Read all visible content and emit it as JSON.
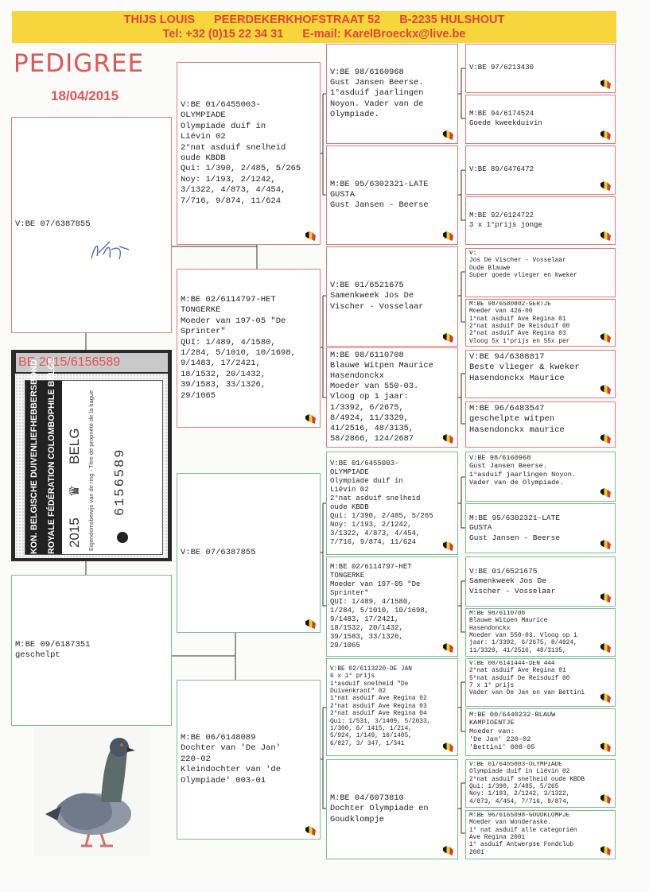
{
  "header": {
    "name": "THIJS LOUIS",
    "street": "PEERDEKERKHOFSTRAAT 52",
    "city": "B-2235  HULSHOUT",
    "phone": "Tel: +32 (0)15 22 34 31",
    "email": "E-mail: KarelBroeckx@live.be"
  },
  "title": "PEDIGREE",
  "date": "18/04/2015",
  "band": {
    "ring_number": "BE 2015/6156589",
    "org_nl": "KON. BELGISCHE DUIVENLIEFHEBBERSBOND",
    "org_fr": "ROYALE FÉDÉRATION COLOMBOPHILE BELGE",
    "year": "2015",
    "country": "BELG",
    "ownership": "Eigendomsbewijs van de ring - Titre de propriété de la bague",
    "number": "6156589"
  },
  "gen1": {
    "sire": "V:BE 07/6387855",
    "dam": "M:BE 09/6187351\ngeschelpt"
  },
  "gen2": [
    "V:BE 01/6455003-\nOLYMPIADE\nOlympiade duif in\nLiévin 02\n2°nat asduif snelheid\noude KBDB\nQui: 1/390, 2/485, 5/265\nNoy: 1/193, 2/1242,\n3/1322, 4/873, 4/454,\n7/716, 9/874, 11/624",
    "M:BE 02/6114797-HET\nTONGERKE\nMoeder van 197-05 \"De\nSprinter\"\nQUI: 1/489, 4/1580,\n1/284, 5/1010, 10/1698,\n9/1483, 17/2421,\n18/1532, 20/1432,\n39/1583, 33/1326,\n29/1065",
    "V:BE 07/6387855",
    "M:BE 06/6148089\nDochter van 'De Jan'\n220-02\nKleindochter van 'de\nOlympiade' 003-01"
  ],
  "gen3": [
    "V:BE 98/6160968\nGust Jansen Beerse.\n1°asduif jaarlingen\nNoyon. Vader van de\nOlympiade.",
    "M:BE 95/6302321-LATE\nGUSTA\nGust Jansen - Beerse",
    "V:BE 01/6521675\nSamenkweek Jos De\nVischer - Vosselaar",
    "M:BE 98/6110708\nBlauwe Witpen Maurice\nHasendonckx\nMoeder van 550-03.\nVloog op 1 jaar:\n1/3392, 6/2675,\n8/4924, 11/3329,\n41/2516, 48/3135,\n58/2866, 124/2687",
    "V:BE 01/6455003-\nOLYMPIADE\nOlympiade duif in\nLiévin 02\n2°nat asduif snelheid\noude KBDB\nQui: 1/390, 2/485, 5/265\nNoy: 1/193, 2/1242,\n3/1322, 4/873, 4/454,\n7/716, 9/874, 11/624",
    "M:BE 02/6114797-HET\nTONGERKE\nMoeder van 197-05 \"De\nSprinter\"\nQUI: 1/489, 4/1580,\n1/284, 5/1010, 10/1698,\n9/1483, 17/2421,\n18/1532, 20/1432,\n39/1583, 33/1326,\n29/1065",
    "V:BE 02/6113220-DE JAN\n6 x 1° prijs\n1°asduif snelheid \"De\nDuivenkrant\" 02\n1°nat asduif Ave Regina 02\n2°nat asduif Ave Regina 03\n2°nat asduif Ave Regina 04\nQui: 1/531, 3/1409, 5/2033,\n1/300, 6/ 1415, 1/214,\n5/924, 1/149, 10/1405,\n6/827, 3/ 347, 1/341",
    "M:BE 04/6073810\nDochter Olympiade en\nGoudklompje"
  ],
  "gen4": [
    "V:BE 97/6213430",
    "M:BE 94/6174524\nGoede kweekduivin",
    "V:BE 89/6476472",
    "M:BE 92/6124722\n3 x 1°prijs jonge",
    "V:\nJos De Vischer - Vosselaar\nOude Blauwe\nSuper goede vlieger en kweker",
    "M:BE 98/6580802-GERTJE\nMoeder van 426-00\n1°nat asduif Ave Regina 01\n2°nat asduif De Reisduif 00\n2°nat asduif Ave Regina 03\nVloog 5x 1°prijs en 55x per",
    "V:BE 94/6388817\nBeste vlieger & kweker\nHasendonckx Maurice",
    "M:BE 96/6483547\ngeschelpte witpen\nHasendonckx maurice",
    "V:BE 98/6160968\nGust Jansen Beerse.\n1°asduif jaarlingen Noyon.\nVader van de Olympiade.",
    "M:BE 95/6302321-LATE\nGUSTA\nGust Jansen - Beerse",
    "V:BE 01/6521675\nSamenkweek Jos De\nVischer - Vosselaar",
    "M:BE 98/6110708\nBlauwe Witpen Maurice\nHasendonckx\nMoeder van 550-03. Vloog op 1\njaar: 1/3392, 6/2675, 8/4924,\n11/3329, 41/2516, 48/3135,",
    "V:BE 00/6141444-DEN 444\n2°nat asduif Ave Regina 01\n5°nat asduif De Reisduif 00\n7 x 1° prijs\nVader van De Jan en van Bettini",
    "M:BE 00/6440232-BLAUW\nKAMPIOENTJE\nMoeder van:\n'De Jan' 220-02\n'Bettini' 008-05",
    "V:BE 01/6455003-OLYMPIADE\nOlympiade duif in Liévin 02\n2°nat asduif snelheid oude KBDB\nQui: 1/390, 2/485, 5/265\nNoy: 1/193, 2/1242, 3/1322,\n4/873, 4/454, 7/716, 9/874,",
    "M:BE 96/6165098-GOUDKLOMPJE\nMoeder van Wonderaske.\n1° nat asduif alle categoriën\nAve Regina 2001\n1° asduif Antwerpse Fondclub\n2001"
  ],
  "colors": {
    "header_bg": "#f6d63a",
    "accent_red": "#e05555",
    "sire_border": "#dc7c7c",
    "dam_border": "#7cbd8c"
  }
}
